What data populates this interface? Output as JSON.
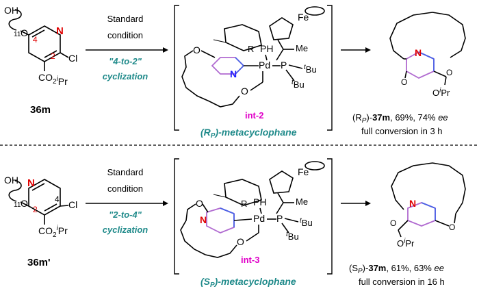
{
  "top": {
    "sm_label": "36m",
    "oh": "OH",
    "subscript_11": "11",
    "pos_4": "4",
    "pos_2": "2",
    "n": "N",
    "cl": "Cl",
    "ester": "CO",
    "ester_sub": "2",
    "ipr": "Pr",
    "ipr_i": "i",
    "arrow_line1": "Standard",
    "arrow_line2": "condition",
    "arrow_line3": "\"4-to-2\"",
    "arrow_line4": "cyclization",
    "int_label": "int-2",
    "int_name_prefix": "(R",
    "int_name_sub": "P",
    "int_name_suffix": ")-metacyclophane",
    "fe": "Fe",
    "ph": "PH",
    "pd": "Pd",
    "r": "R",
    "me": "Me",
    "p": "P",
    "tbu1": "Bu",
    "tbu2": "Bu",
    "t": "t",
    "o": "O",
    "product_carbonyl_o": "O",
    "product_ester_o": "O",
    "product_ipr": "Pr",
    "result_line1_prefix": "(R",
    "result_line1_sub": "P",
    "result_line1_cpd": ")-",
    "result_line1_bold": "37m",
    "result_line1_rest": ", 69%, 74% ",
    "result_line1_ee": "ee",
    "result_line2": "full conversion in 3 h"
  },
  "bottom": {
    "sm_label": "36m'",
    "oh": "OH",
    "subscript_11": "11",
    "pos_2": "2",
    "pos_4": "4",
    "n": "N",
    "cl": "Cl",
    "ester": "CO",
    "ester_sub": "2",
    "ipr": "Pr",
    "ipr_i": "i",
    "arrow_line1": "Standard",
    "arrow_line2": "condition",
    "arrow_line3": "\"2-to-4\"",
    "arrow_line4": "cyclization",
    "int_label": "int-3",
    "int_name_prefix": "(S",
    "int_name_sub": "P",
    "int_name_suffix": ")-metacyclophane",
    "fe": "Fe",
    "ph": "PH",
    "pd": "Pd",
    "r": "R",
    "me": "Me",
    "p": "P",
    "tbu1": "Bu",
    "tbu2": "Bu",
    "t": "t",
    "o": "O",
    "product_carbonyl_o": "O",
    "product_ester_o": "O",
    "product_ipr": "Pr",
    "result_line1_prefix": "(S",
    "result_line1_sub": "P",
    "result_line1_cpd": ")-",
    "result_line1_bold": "37m",
    "result_line1_rest": ", 61%, 63% ",
    "result_line1_ee": "ee",
    "result_line2": "full conversion in 16 h"
  },
  "colors": {
    "teal": "#1f8a8a",
    "magenta": "#e000c8",
    "red": "#e00000",
    "blue": "#1a1aff",
    "pyridine_purple": "#b06ad0",
    "pyridine_blue": "#4a63e6"
  }
}
